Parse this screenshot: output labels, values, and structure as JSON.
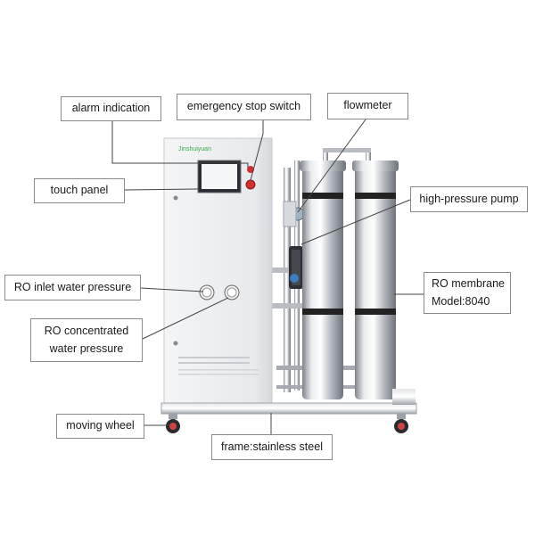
{
  "labels": {
    "alarm_indication": "alarm indication",
    "emergency_stop_switch": "emergency stop switch",
    "flowmeter": "flowmeter",
    "touch_panel": "touch panel",
    "high_pressure_pump": "high-pressure pump",
    "ro_inlet_water_pressure": "RO inlet water pressure",
    "ro_membrane_line1": "RO membrane",
    "ro_membrane_line2": "Model:8040",
    "ro_concentrated_line1": "RO concentrated",
    "ro_concentrated_line2": "water pressure",
    "moving_wheel": "moving wheel",
    "frame": "frame:stainless steel"
  },
  "colors": {
    "cabinet": "#eef0f2",
    "steel": "#c9ccd1",
    "steel_dark": "#8d9299",
    "logo_green": "#3aa84a",
    "alarm_red": "#d32f2f"
  }
}
